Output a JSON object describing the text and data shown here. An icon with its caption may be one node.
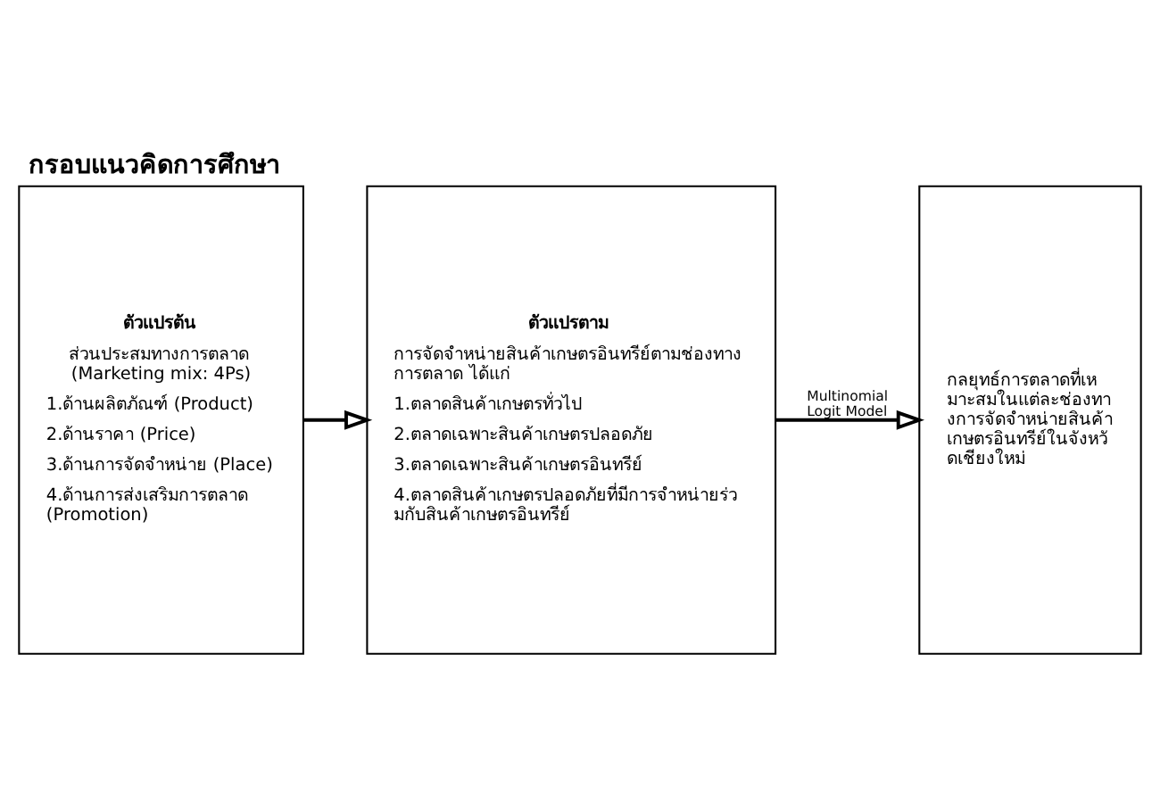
{
  "diagram": {
    "title": "กรอบแนวคิดการศึกษา",
    "nodes": [
      {
        "text": [
          "ตัวแปรต้น",
          "ส่วนประสมทางการตลาด (Marketing mix: 4Ps)",
          "1.ด้านผลิตภัณฑ์ (Product)",
          "2.ด้านราคา (Price)",
          "3.ด้านการจัดจำหน่าย (Place)",
          "4.ด้านการส่งเสริมการตลาด (Promotion)"
        ]
      },
      {
        "text": [
          "ตัวแปรตาม",
          "การจัดจำหน่ายสินค้าเกษตรอินทรีย์ตามช่องทางการตลาด ได้แก่",
          "1.ตลาดสินค้าเกษตรทั่วไป",
          "2.ตลาดเฉพาะสินค้าเกษตรปลอดภัย",
          "3.ตลาดเฉพาะสินค้าเกษตรอินทรีย์",
          "4.ตลาดสินค้าเกษตรปลอดภัยที่มีการจำหน่ายร่วมกับสินค้าเกษตรอินทรีย์"
        ]
      },
      {
        "text": [
          "กลยุทธ์การตลาดที่เหมาะสมในแต่ละช่องทางการจัดจำหน่ายสินค้าเกษตรอินทรีย์ในจังหวัดเชียงใหม่"
        ]
      }
    ],
    "edges": [
      {
        "from": 0,
        "to": 1,
        "arrow": "to"
      },
      {
        "from": 1,
        "to": 2,
        "arrow": "to",
        "label": "Multinomial Logit Model"
      }
    ]
  }
}
